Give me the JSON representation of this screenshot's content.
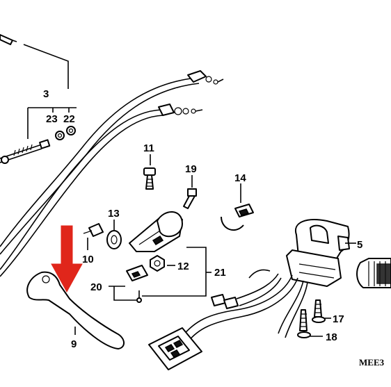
{
  "diagram": {
    "callouts": {
      "c3": "3",
      "c23": "23",
      "c22": "22",
      "c11": "11",
      "c19": "19",
      "c14": "14",
      "c13": "13",
      "c10": "10",
      "c5": "5",
      "c12": "12",
      "c21": "21",
      "c20": "20",
      "c9": "9",
      "c17": "17",
      "c18": "18"
    },
    "figure_code": "MEE3",
    "highlight_color": "#e0261b"
  }
}
